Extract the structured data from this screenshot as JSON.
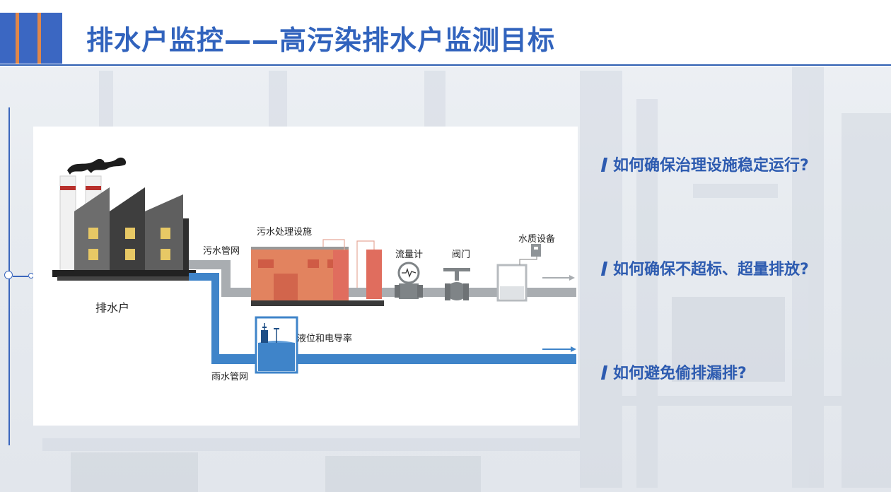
{
  "header": {
    "title": "排水户监控——高污染排水户监测目标"
  },
  "diagram": {
    "labels": {
      "discharger": "排水户",
      "sewage_network": "污水管网",
      "sewage_treatment": "污水处理设施",
      "flowmeter": "流量计",
      "valve": "阀门",
      "water_quality_equipment": "水质设备",
      "level_conductivity": "液位和电导率",
      "rainwater_network": "雨水管网"
    },
    "colors": {
      "sewage_pipe": "#a9adb1",
      "rain_pipe": "#3f84c9",
      "facility": "#e2835f"
    }
  },
  "questions": [
    "如何确保治理设施稳定运行?",
    "如何确保不超标、超量排放?",
    "如何避免偷排漏排?"
  ]
}
